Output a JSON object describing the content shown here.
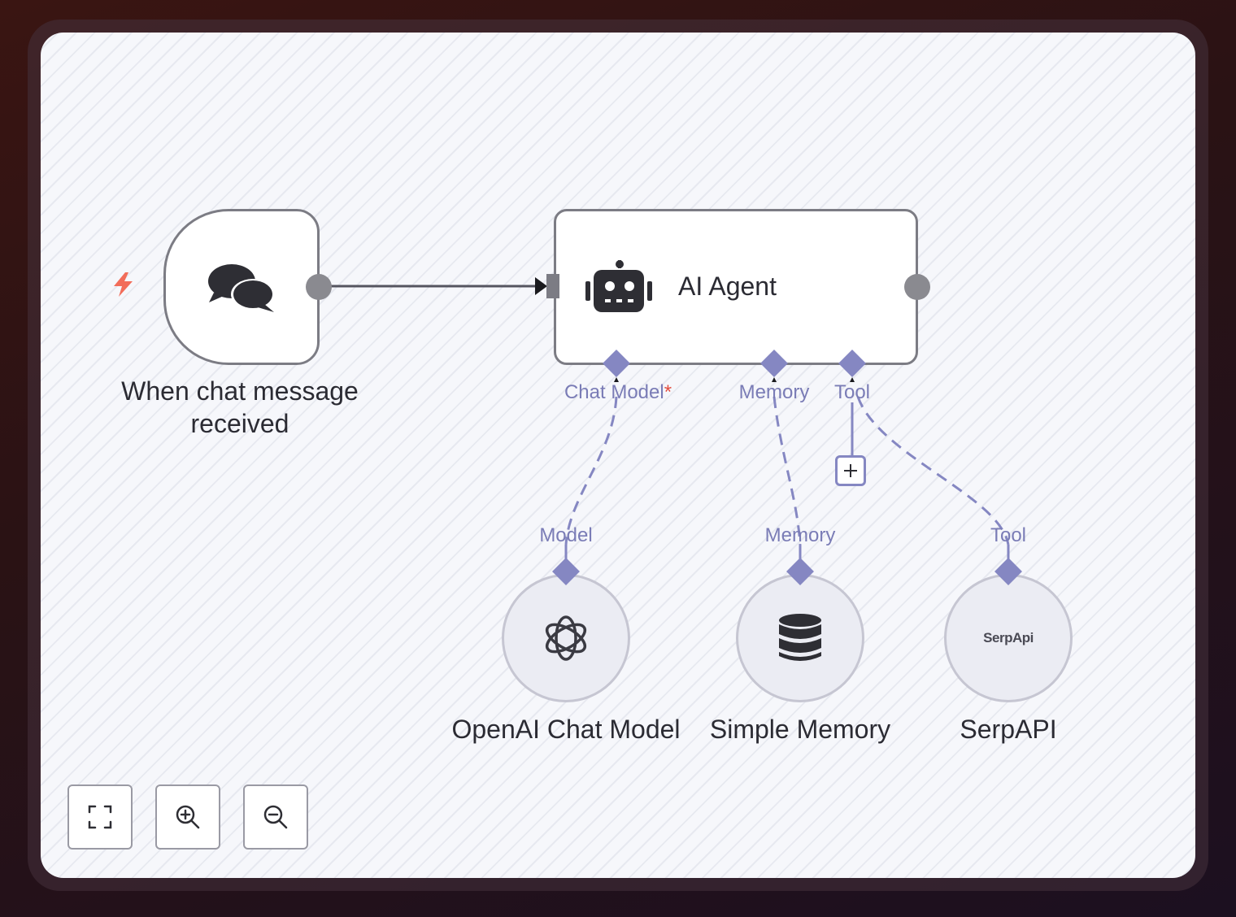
{
  "nodes": {
    "trigger": {
      "label_line1": "When chat message",
      "label_line2": "received",
      "icon": "chat-bubbles-icon"
    },
    "agent": {
      "title": "AI Agent",
      "icon": "robot-icon"
    },
    "chat_model": {
      "label": "OpenAI Chat Model",
      "icon": "openai-icon"
    },
    "memory": {
      "label": "Simple Memory",
      "icon": "database-icon"
    },
    "tool": {
      "label": "SerpAPI",
      "logo_text": "SerpApi"
    }
  },
  "ports": {
    "agent_chat_model": "Chat Model",
    "agent_chat_model_required": "*",
    "agent_memory": "Memory",
    "agent_tool": "Tool",
    "sub_model": "Model",
    "sub_memory": "Memory",
    "sub_tool": "Tool"
  },
  "controls": {
    "fit_view": "fit-view-icon",
    "zoom_in": "zoom-in-icon",
    "zoom_out": "zoom-out-icon",
    "add_tool": "plus-icon"
  },
  "colors": {
    "port": "#8587c2",
    "node_border": "#7c7c84",
    "trigger_bolt": "#f26d5a",
    "required": "#e34d3f"
  }
}
